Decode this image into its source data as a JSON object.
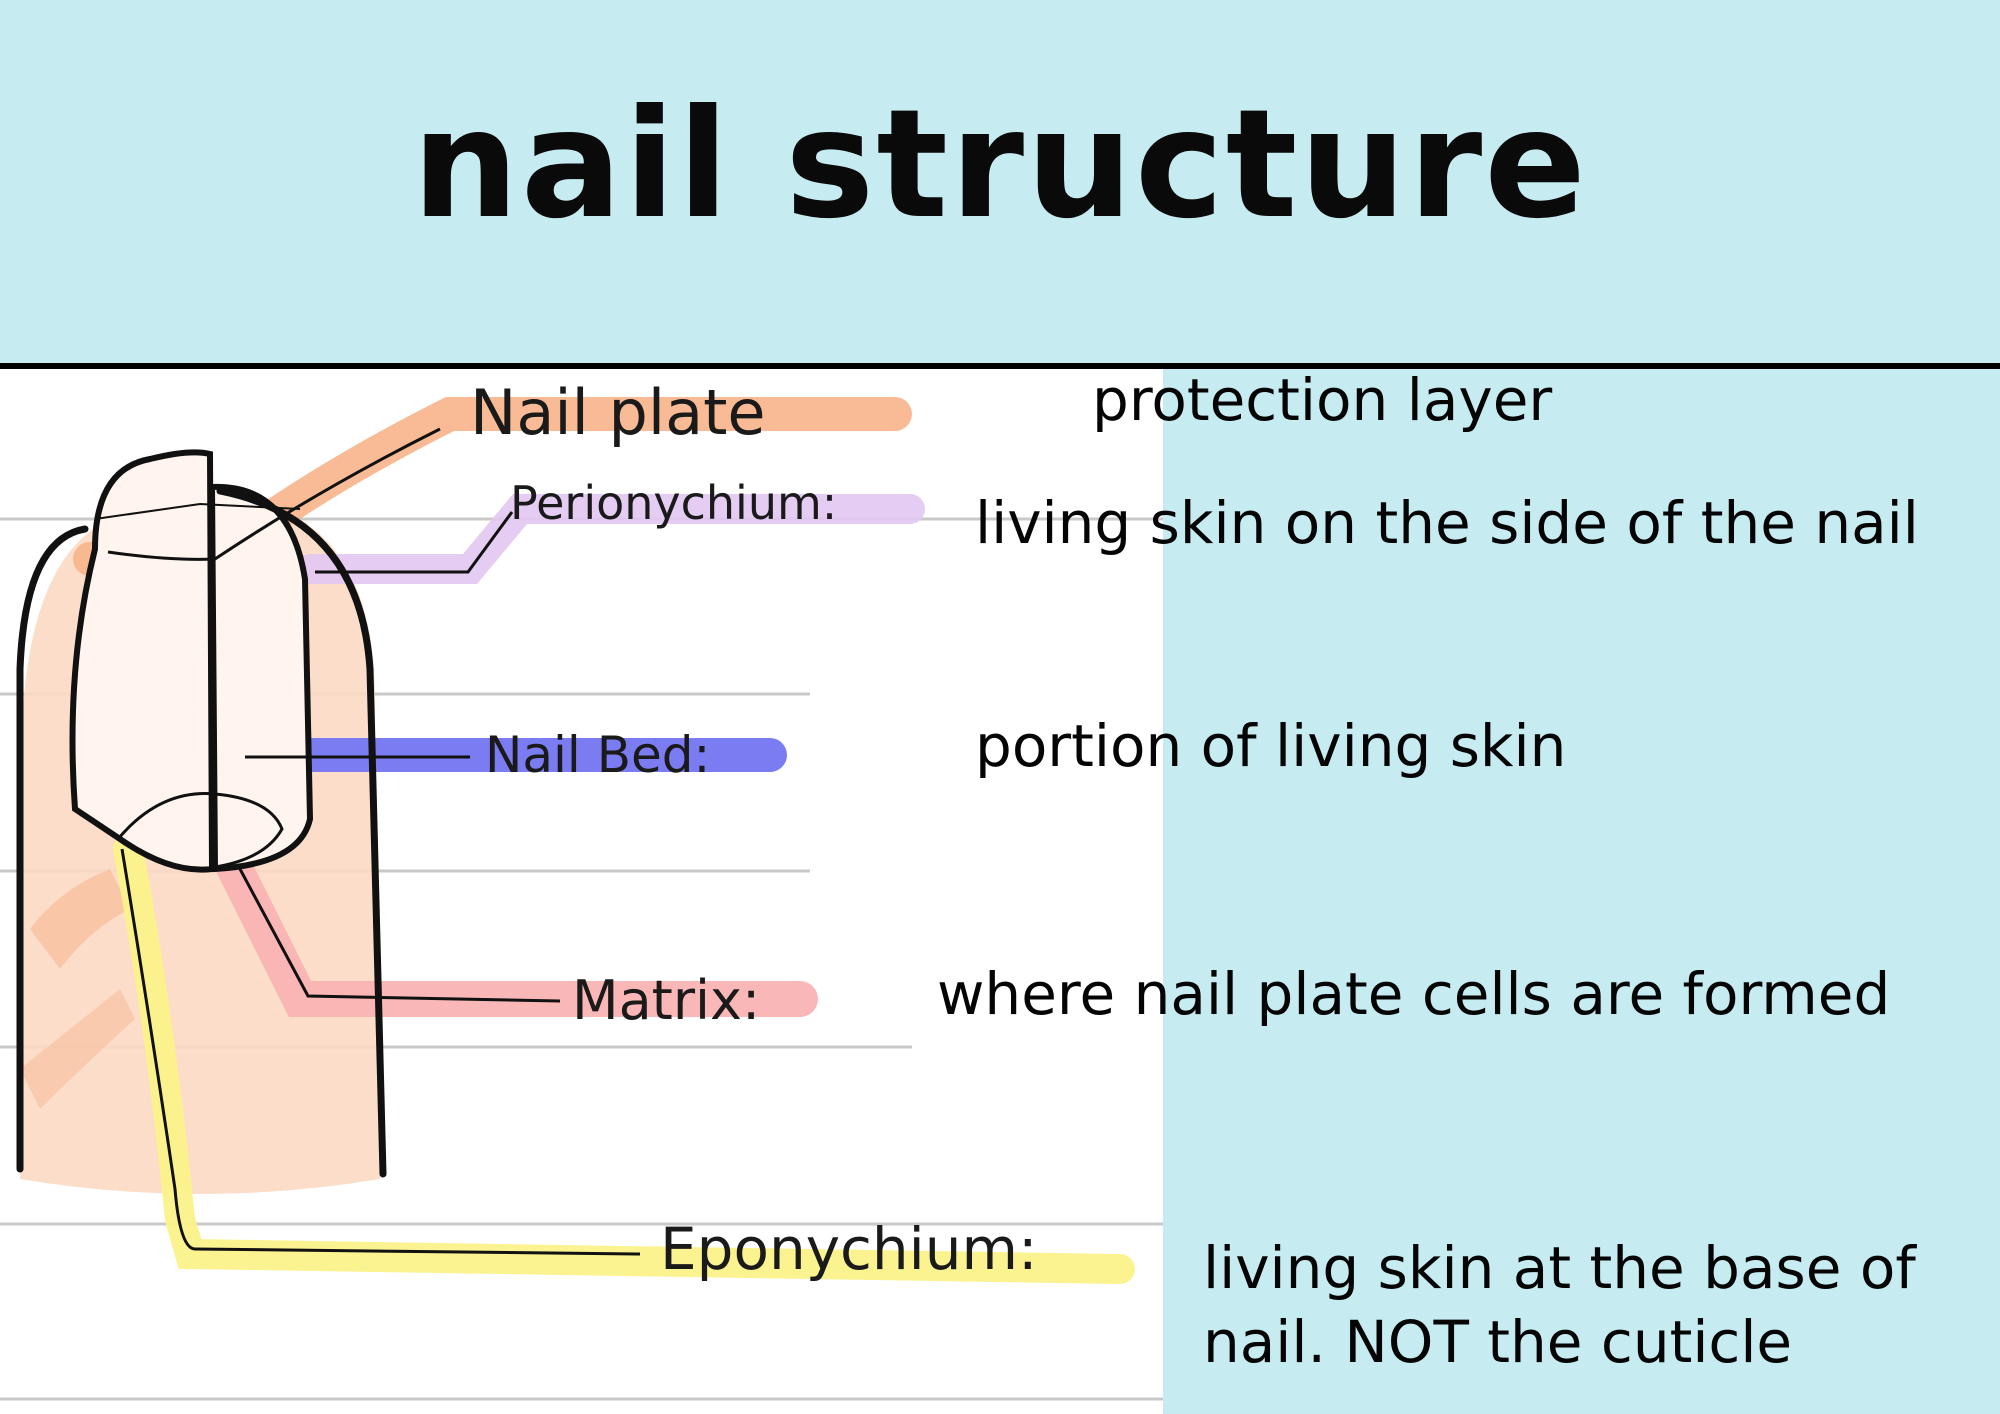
{
  "title": "nail structure",
  "labels": {
    "nail_plate": "Nail plate",
    "perionychium": "Perionychium:",
    "nail_bed": "Nail Bed:",
    "matrix": "Matrix:",
    "eponychium": "Eponychium:"
  },
  "descriptions": {
    "nail_plate": "protection layer",
    "perionychium": "living skin on the side of the nail",
    "nail_bed": "portion of living skin",
    "matrix": "where nail plate cells are formed",
    "eponychium_line1": "living skin at the base of",
    "eponychium_line2": "nail. NOT the cuticle"
  },
  "colors": {
    "background": "#c6ebf1",
    "nail_plate_highlight": "#f7b48a",
    "perionychium_highlight": "#e2c6f2",
    "nail_bed_highlight": "#7b7cf2",
    "matrix_highlight": "#f9b3b3",
    "eponychium_highlight": "#fbf28a",
    "finger_skin": "#fcd9c3"
  }
}
